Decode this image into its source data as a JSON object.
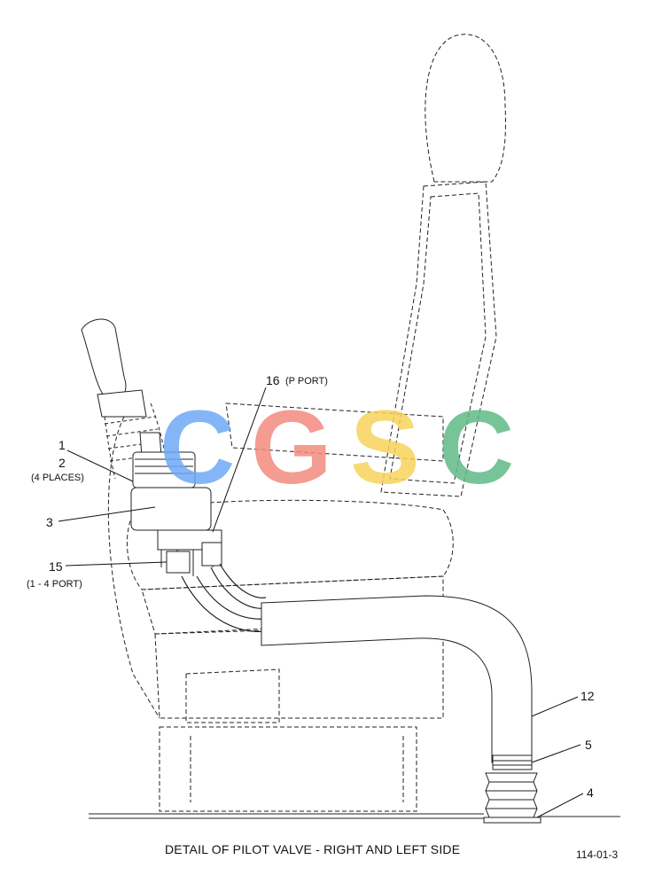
{
  "watermark": {
    "text": "CGSC",
    "letters": [
      {
        "char": "C",
        "color": "#6fa8f5"
      },
      {
        "char": "G",
        "color": "#f2897f"
      },
      {
        "char": "S",
        "color": "#f7d25a"
      },
      {
        "char": "C",
        "color": "#5fba86"
      }
    ]
  },
  "callouts": {
    "c1": "1",
    "c2": "2",
    "c2_note": "(4 PLACES)",
    "c3": "3",
    "c15": "15",
    "c15_note": "(1 - 4 PORT)",
    "c16": "16",
    "c16_note": "(P PORT)",
    "c12": "12",
    "c5": "5",
    "c4": "4"
  },
  "caption": "DETAIL OF PILOT VALVE - RIGHT AND LEFT SIDE",
  "figure_number": "114-01-3"
}
